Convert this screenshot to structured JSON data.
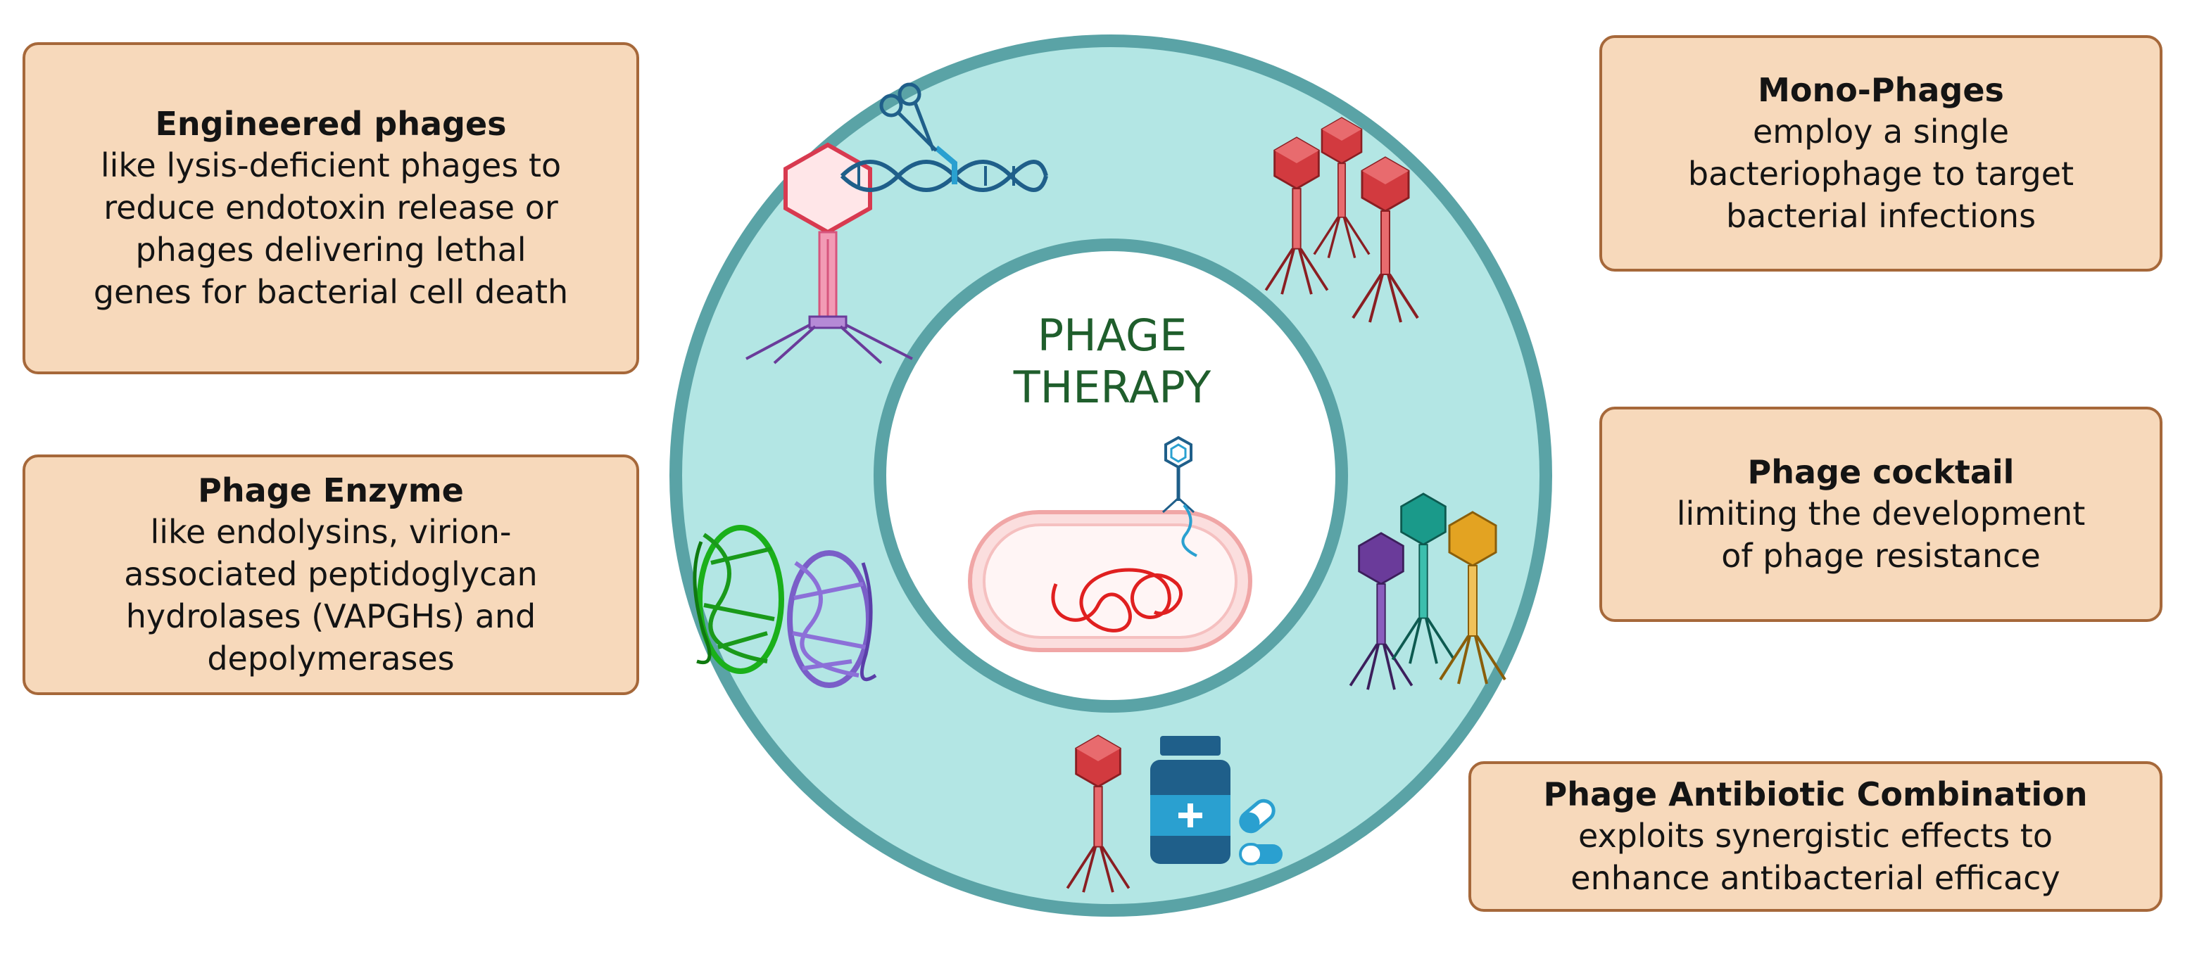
{
  "center": {
    "title": "PHAGE\nTHERAPY"
  },
  "boxes": {
    "engineered": {
      "title": "Engineered phages",
      "desc": "like lysis-deficient phages to\nreduce endotoxin release or\nphages delivering lethal\ngenes for bacterial cell death"
    },
    "enzyme": {
      "title": "Phage Enzyme",
      "desc": "like endolysins, virion-\nassociated peptidoglycan\nhydrolases (VAPGHs) and\ndepolymerases"
    },
    "mono": {
      "title": "Mono-Phages",
      "desc": "employ a single\nbacteriophage to target\nbacterial infections"
    },
    "cocktail": {
      "title": "Phage cocktail",
      "desc": "limiting the development\nof phage resistance"
    },
    "combo": {
      "title": "Phage Antibiotic Combination",
      "desc": "exploits synergistic effects to\nenhance antibacterial efficacy"
    }
  },
  "colors": {
    "box_fill": "#f7d9bb",
    "box_border": "#a6683a",
    "ring_fill": "#b3e6e4",
    "ring_border": "#5aa3a6",
    "title_green": "#1f5e2c",
    "phage_red": "#d23a3f",
    "phage_purple": "#6a3b9a",
    "phage_teal": "#1a9a8a",
    "phage_gold": "#e3a322",
    "bottle_blue": "#1f5f8a"
  },
  "icons": [
    "engineered-phage-icon",
    "dna-scissors-icon",
    "phage-cluster-icon",
    "enzyme-protein-icon",
    "phage-cocktail-icon",
    "antibiotic-bottle-icon",
    "pill-icon",
    "bacterium-icon",
    "small-phage-icon"
  ]
}
